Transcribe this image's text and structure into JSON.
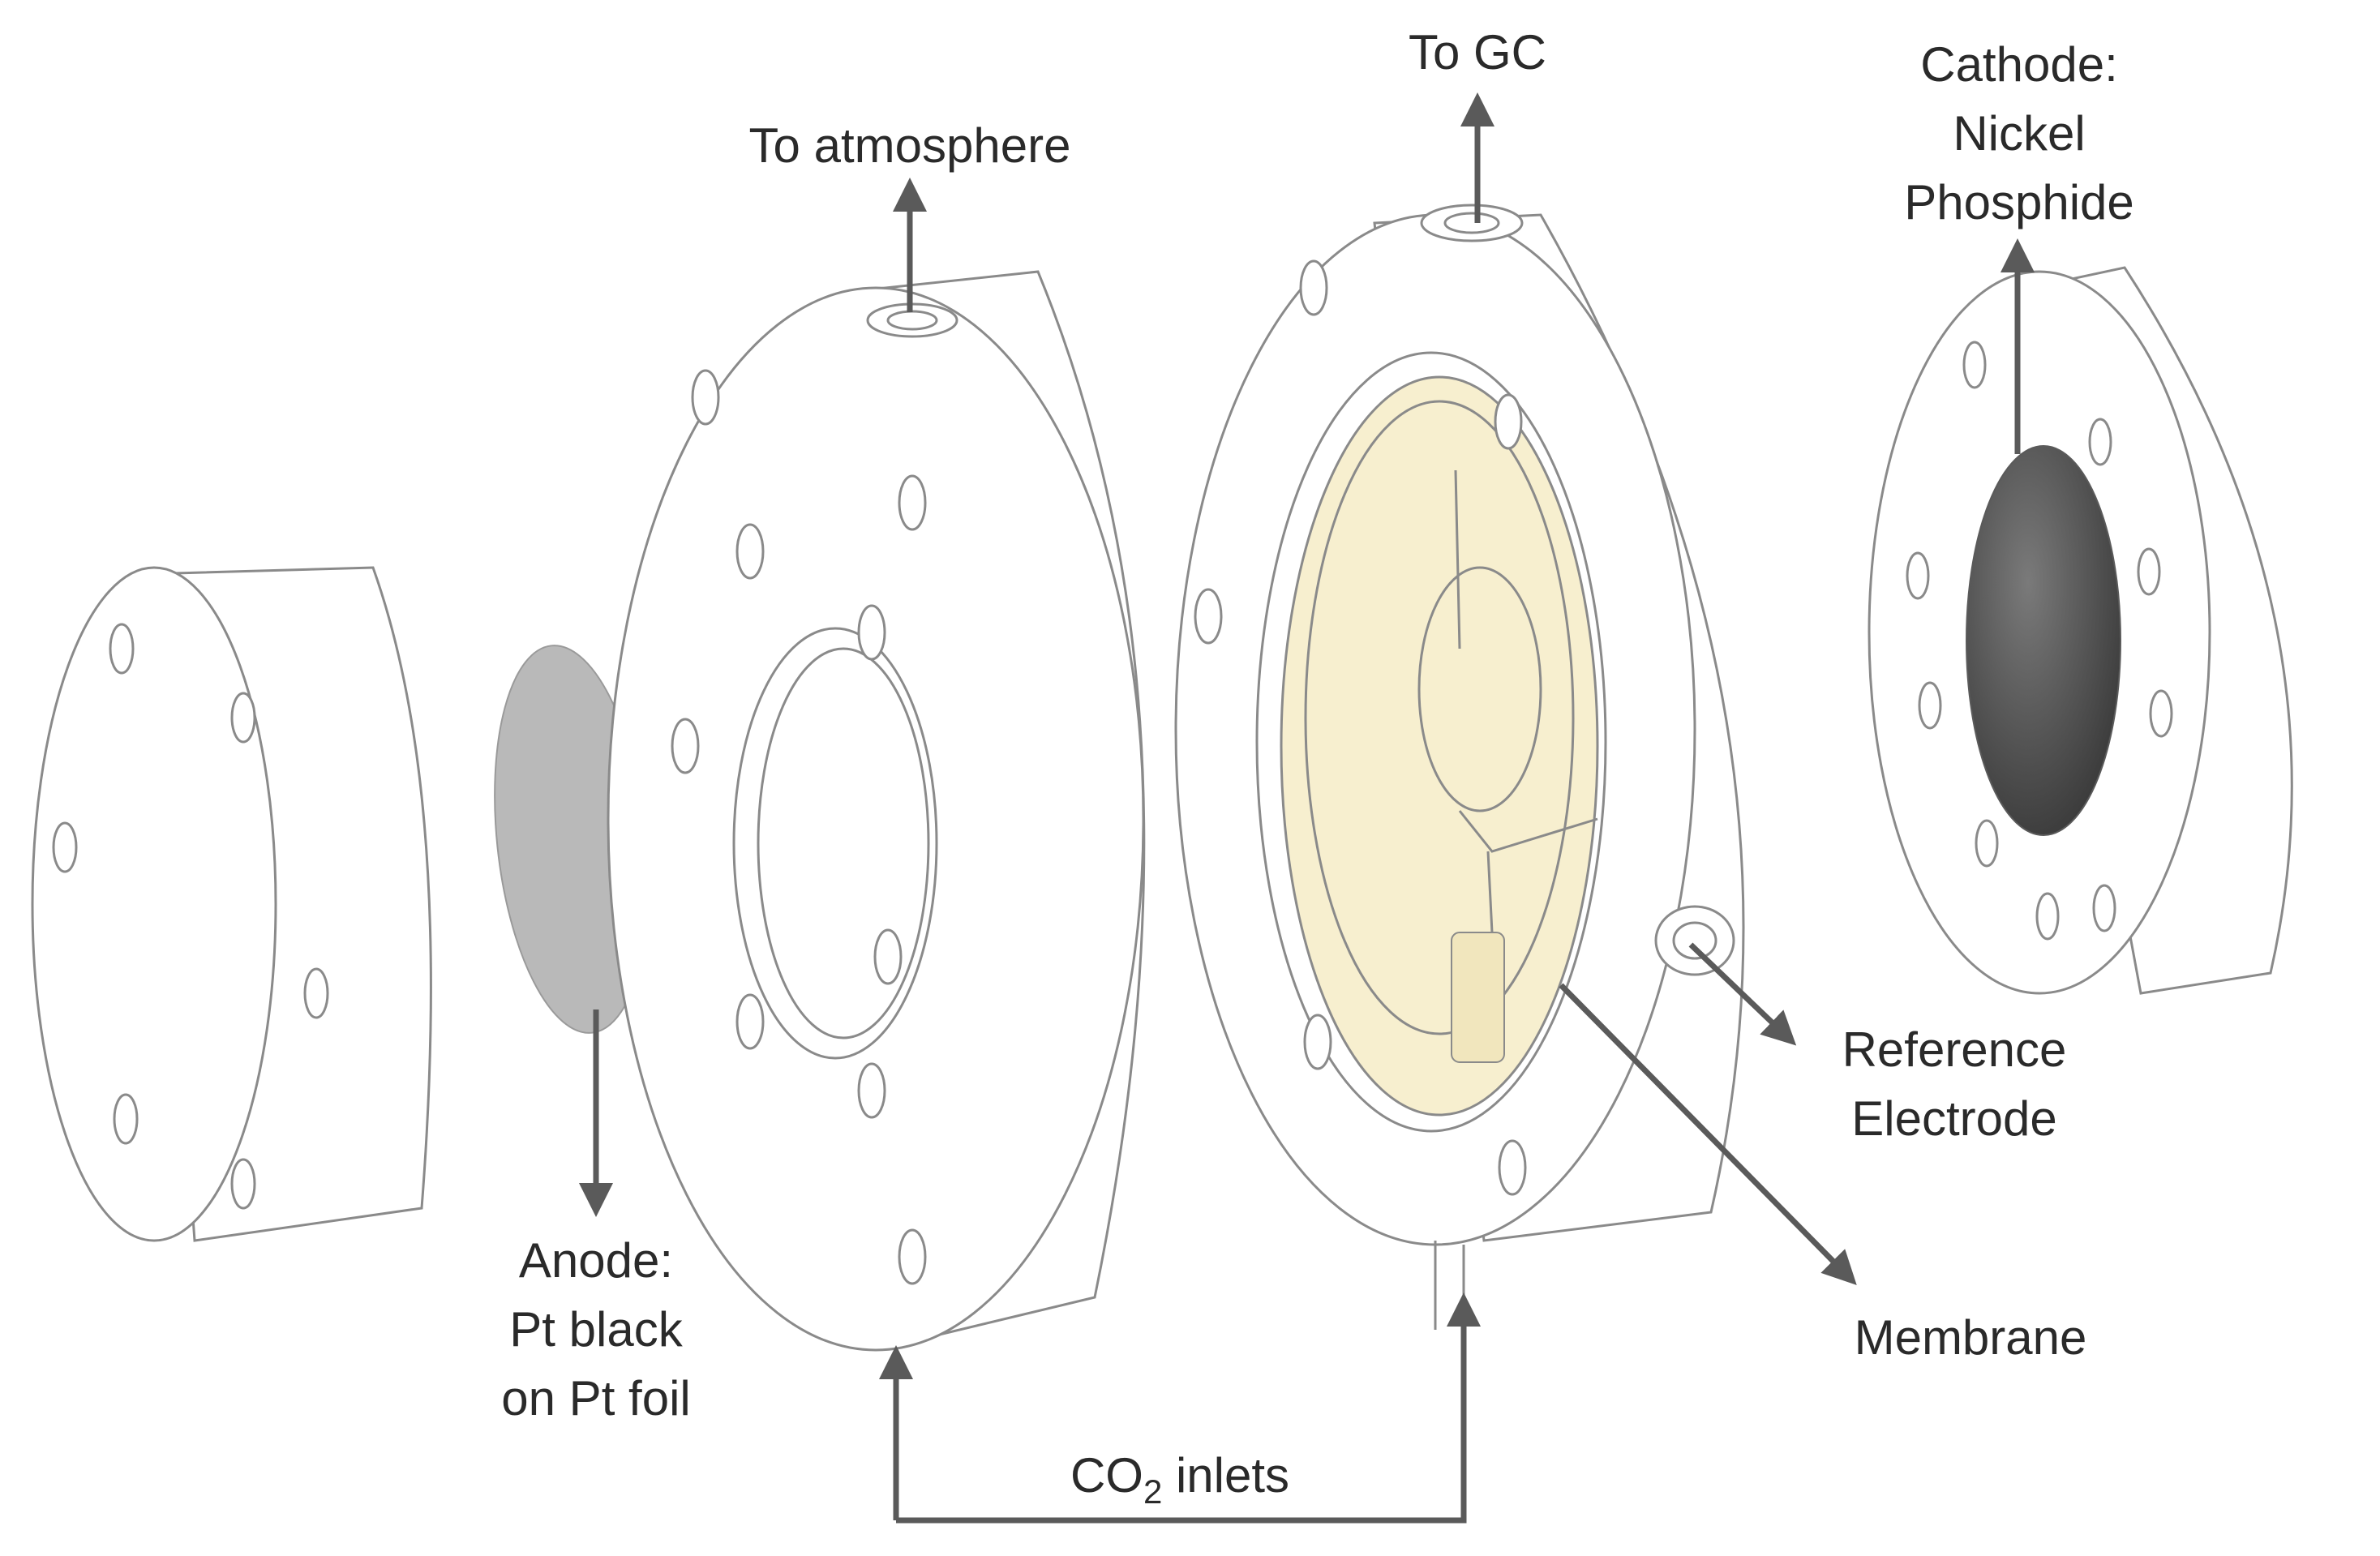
{
  "labels": {
    "to_atmosphere": "To atmosphere",
    "to_gc": "To GC",
    "cathode": [
      "Cathode:",
      "Nickel",
      "Phosphide"
    ],
    "anode": [
      "Anode:",
      "Pt black",
      "on Pt foil"
    ],
    "reference": [
      "Reference",
      "Electrode"
    ],
    "membrane": "Membrane",
    "co2_inlets": {
      "prefix": "CO",
      "subscript": "2",
      "suffix": " inlets"
    }
  },
  "colors": {
    "outline": "#8a8a8a",
    "arrow": "#5a5a5a",
    "anode_fill": "#b9b9b9",
    "cathode_fill": "#4a4a4a",
    "membrane_fill": "#f7efcf",
    "text": "#2a2a2a"
  }
}
